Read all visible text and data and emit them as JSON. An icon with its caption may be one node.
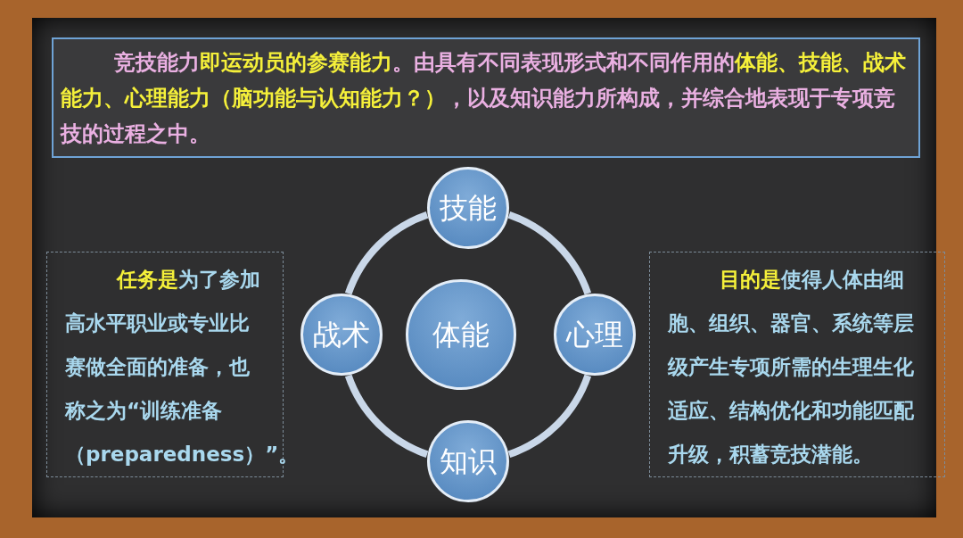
{
  "diagram": {
    "nodes": [
      {
        "text": [
          "竞技能力**即运动员的参赛能力**。由具有不同表现形式和不同作用的**体能、技能、战术能力、心理能力（脑功能与认知能力？）**，以及知识能力所构成，并综合地表现于专项竞技的过程之中。"
        ]
      },
      {
        "text": [
          "**任务是**为了参加高水平职业或专业比赛做全面的准备，也称之为“训练准备（preparedness）”。"
        ]
      },
      {
        "text": [
          "技能"
        ]
      },
      {
        "text": [
          "战术"
        ]
      },
      {
        "text": [
          "体能"
        ]
      },
      {
        "text": [
          "心理"
        ]
      },
      {
        "text": [
          "知识"
        ]
      },
      {
        "text": [
          "**目的是**使得人体由细胞、组织、器官、系统等层级产生专项所需的生理生化适应、结构优化和功能匹配升级，积蓄竞技潜能。"
        ]
      }
    ],
    "edges": [
      {
        "from": 2,
        "to": 5,
        "arrow": "none"
      },
      {
        "from": 5,
        "to": 6,
        "arrow": "none"
      },
      {
        "from": 6,
        "to": 3,
        "arrow": "none"
      },
      {
        "from": 3,
        "to": 2,
        "arrow": "none"
      }
    ]
  }
}
